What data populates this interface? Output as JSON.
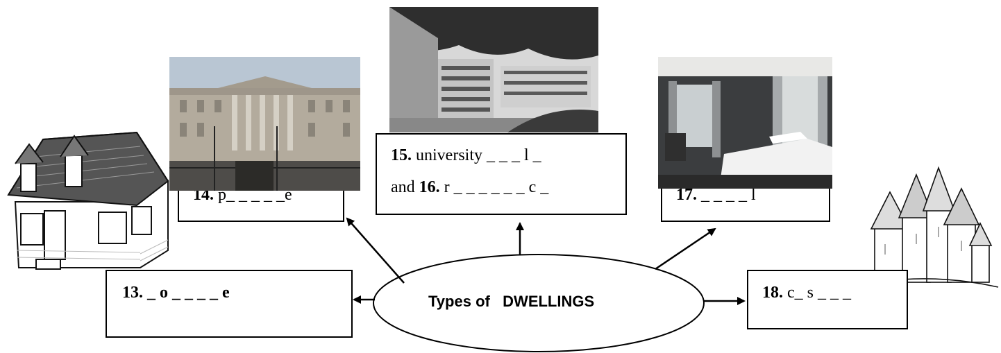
{
  "center": {
    "label": "Types of   DWELLINGS"
  },
  "items": [
    {
      "id": "13",
      "number": "13.",
      "text": " _ o _ _ _ _ e",
      "image": "house-drawing"
    },
    {
      "id": "14",
      "number": "14.",
      "text": " p_ _ _ _ _e",
      "image": "palace-photo"
    },
    {
      "id": "15",
      "number": "15.",
      "text": " university _ _ _ l _",
      "image": "university-building-photo"
    },
    {
      "id": "16",
      "prefix": "and ",
      "number": "16.",
      "text": " r _ _ _ _ _ _ c _"
    },
    {
      "id": "17",
      "number": "17.",
      "text": " _ _ _ _ l",
      "image": "hotel-room-photo"
    },
    {
      "id": "18",
      "number": "18.",
      "text": " c_ s _ _ _",
      "image": "castle-drawing"
    }
  ],
  "colors": {
    "line": "#000000",
    "background": "#ffffff"
  }
}
